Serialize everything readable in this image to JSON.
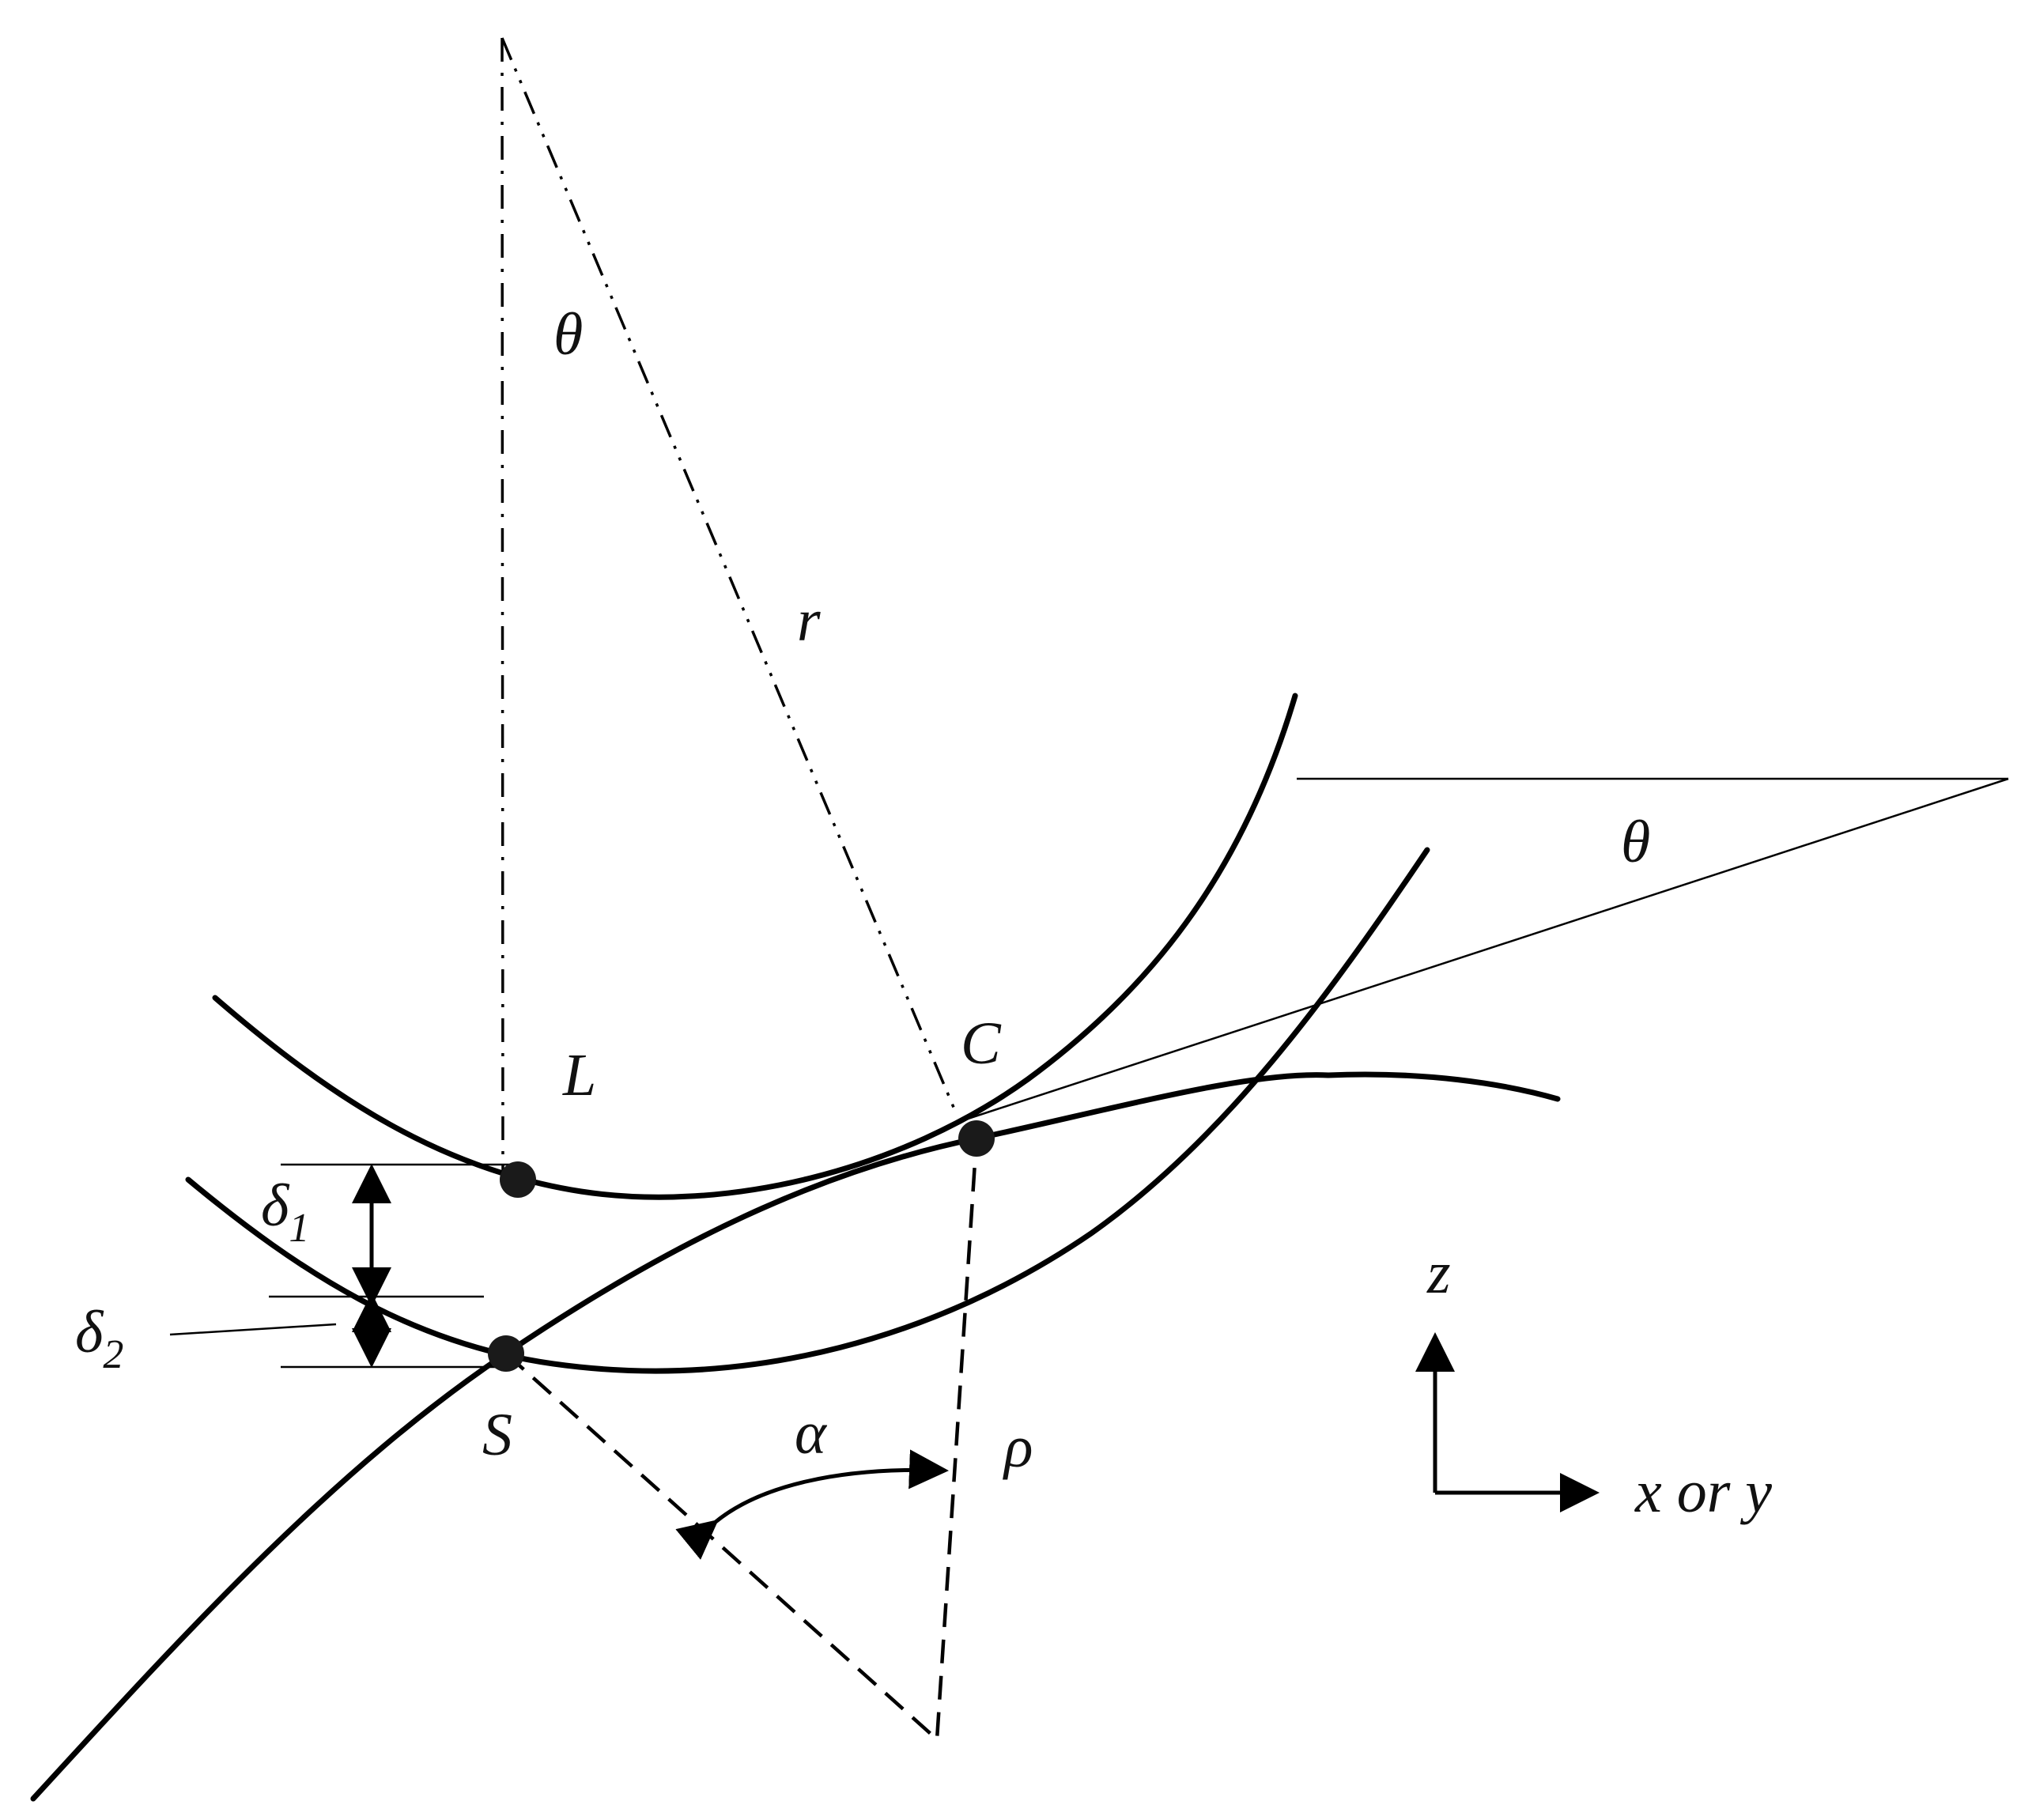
{
  "labels": {
    "theta_top": "θ",
    "theta_right": "θ",
    "r": "r",
    "L": "L",
    "C": "C",
    "S": "S",
    "delta1": "δ",
    "delta1_sub": "1",
    "delta2": "δ",
    "delta2_sub": "2",
    "alpha": "α",
    "rho": "ρ",
    "axis_z": "z",
    "axis_x": "x or y"
  },
  "colors": {
    "line": "#000000",
    "point": "#1a1a1a",
    "background": "#ffffff"
  }
}
